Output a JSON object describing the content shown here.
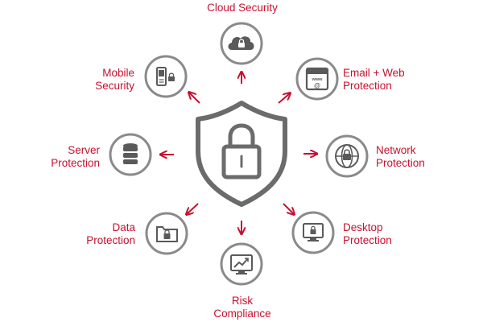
{
  "colors": {
    "accent": "#c8102e",
    "icon_gray": "#5a5a5a",
    "ring_gray": "#8a8a8a",
    "shield_gray": "#6b6b6b"
  },
  "center": {
    "icon": "shield-lock-icon"
  },
  "nodes": [
    {
      "id": "cloud",
      "lines": [
        "Cloud Security"
      ],
      "icon": "cloud-lock-icon"
    },
    {
      "id": "email",
      "lines": [
        "Email + Web",
        "Protection"
      ],
      "icon": "browser-email-icon"
    },
    {
      "id": "network",
      "lines": [
        "Network",
        "Protection"
      ],
      "icon": "globe-lock-icon"
    },
    {
      "id": "desktop",
      "lines": [
        "Desktop",
        "Protection"
      ],
      "icon": "monitor-lock-icon"
    },
    {
      "id": "risk",
      "lines": [
        "Risk",
        "Compliance"
      ],
      "icon": "chart-monitor-icon"
    },
    {
      "id": "data",
      "lines": [
        "Data",
        "Protection"
      ],
      "icon": "folder-lock-icon"
    },
    {
      "id": "server",
      "lines": [
        "Server",
        "Protection"
      ],
      "icon": "database-icon"
    },
    {
      "id": "mobile",
      "lines": [
        "Mobile",
        "Security"
      ],
      "icon": "mobile-lock-icon"
    }
  ]
}
